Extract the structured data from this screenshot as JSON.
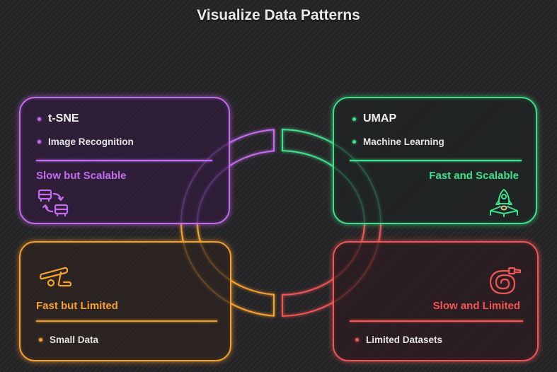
{
  "title": "Visualize Data Patterns",
  "colors": {
    "purple": "#c46cf0",
    "green": "#3fe08a",
    "orange": "#f7a22e",
    "red": "#f25555",
    "background": "#262527"
  },
  "quadrants": {
    "top_left": {
      "items": [
        "t-SNE",
        "Image Recognition"
      ],
      "status": "Slow but Scalable",
      "icon": "database-swap-icon"
    },
    "top_right": {
      "items": [
        "UMAP",
        "Machine Learning"
      ],
      "status": "Fast and Scalable",
      "icon": "rocket-icon"
    },
    "bottom_left": {
      "items": [
        "Small Data"
      ],
      "status": "Fast but Limited",
      "icon": "tow-truck-icon"
    },
    "bottom_right": {
      "items": [
        "Limited Datasets"
      ],
      "status": "Slow and Limited",
      "icon": "coiled-cable-icon"
    }
  }
}
